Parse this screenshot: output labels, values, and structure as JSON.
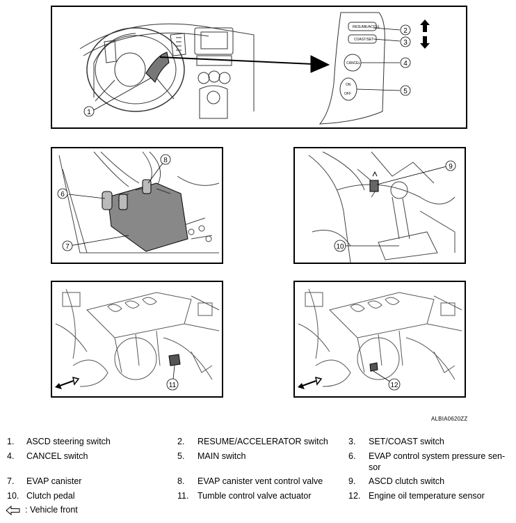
{
  "figure_code": "ALBIA0620ZZ",
  "switch_labels": {
    "resume_accel": "RESUME/ACCEL",
    "coast_set": "COAST/SET",
    "cancel": "CANCEL",
    "on": "ON",
    "off": "OFF"
  },
  "callouts": [
    "1",
    "2",
    "3",
    "4",
    "5",
    "6",
    "7",
    "8",
    "9",
    "10",
    "11",
    "12"
  ],
  "legend": [
    {
      "num": "1.",
      "text": "ASCD steering switch"
    },
    {
      "num": "2.",
      "text": "RESUME/ACCELERATOR switch"
    },
    {
      "num": "3.",
      "text": "SET/COAST switch"
    },
    {
      "num": "4.",
      "text": "CANCEL switch"
    },
    {
      "num": "5.",
      "text": "MAIN switch"
    },
    {
      "num": "6.",
      "text": "EVAP control system pressure sen-",
      "text2": "sor"
    },
    {
      "num": "7.",
      "text": "EVAP canister"
    },
    {
      "num": "8.",
      "text": "EVAP canister vent control valve"
    },
    {
      "num": "9.",
      "text": "ASCD clutch switch"
    },
    {
      "num": "10.",
      "text": "Clutch pedal"
    },
    {
      "num": "11.",
      "text": "Tumble control valve actuator"
    },
    {
      "num": "12.",
      "text": "Engine oil temperature sensor"
    }
  ],
  "vehicle_front": ": Vehicle front"
}
